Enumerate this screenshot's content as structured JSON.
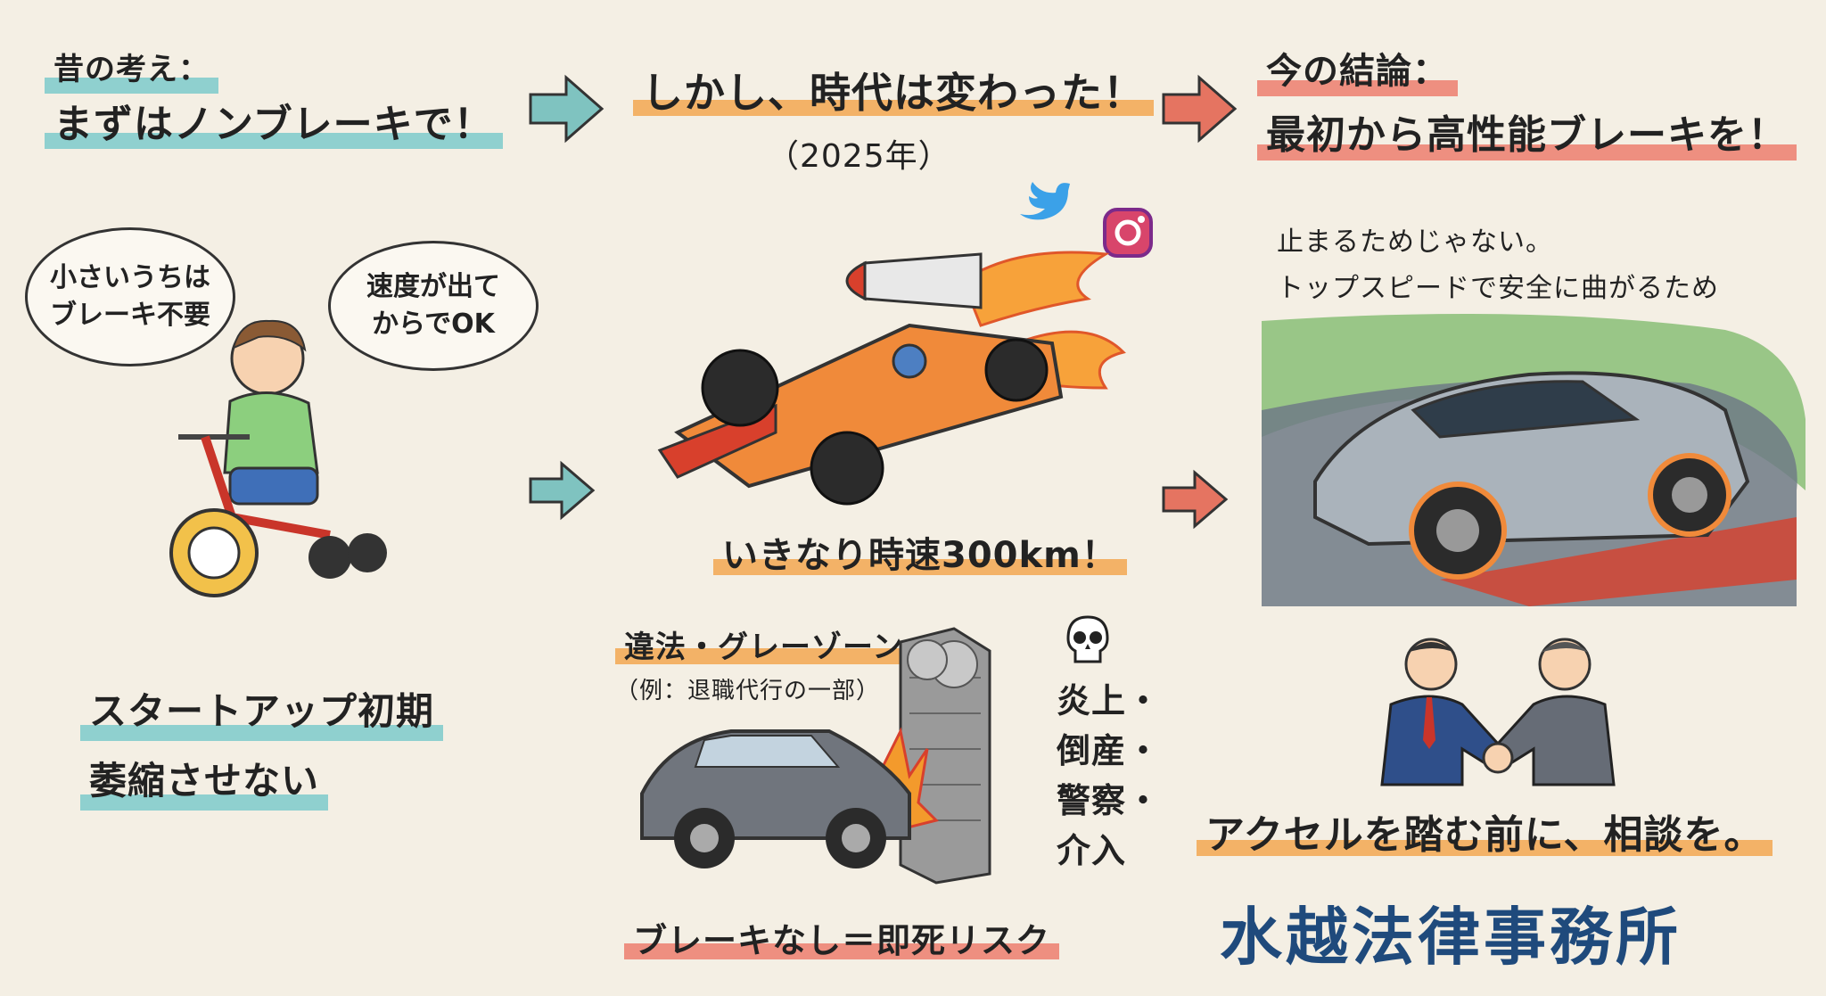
{
  "left": {
    "title_line1": "昔の考え：",
    "title_line2": "まずはノンブレーキで！",
    "bubble1_line1": "小さいうちは",
    "bubble1_line2": "ブレーキ不要",
    "bubble2_line1": "速度が出て",
    "bubble2_line2": "からでOK",
    "caption_line1": "スタートアップ初期",
    "caption_line2": "萎縮させない"
  },
  "middle": {
    "title": "しかし、時代は変わった！",
    "year": "（2025年）",
    "speed_caption": "いきなり時速300km！",
    "gray_zone_title": "違法・グレーゾーン",
    "gray_zone_example": "（例：退職代行の一部）",
    "risk_list": [
      "炎上・",
      "倒産・",
      "警察・",
      "介入"
    ],
    "bottom_caption": "ブレーキなし＝即死リスク"
  },
  "right": {
    "title_line1": "今の結論：",
    "title_line2": "最初から高性能ブレーキを！",
    "reason_line1": "止まるためじゃない。",
    "reason_line2": "トップスピードで安全に曲がるため",
    "consult": "アクセルを踏む前に、相談を。",
    "firm_name": "水越法律事務所"
  },
  "colors": {
    "background": "#f4efe4",
    "arrow_teal": "#7fc3c0",
    "arrow_red": "#e57461",
    "firm_blue": "#1f4a7c"
  },
  "icons": [
    "twitter-icon",
    "instagram-icon",
    "skull-icon"
  ]
}
